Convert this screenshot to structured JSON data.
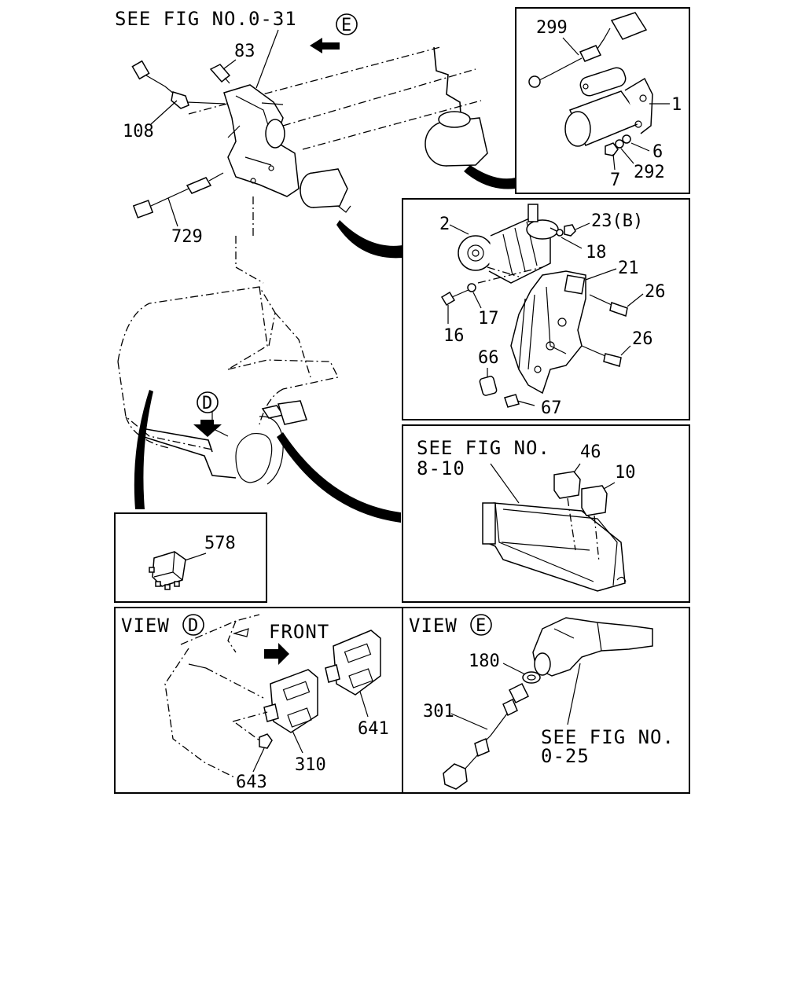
{
  "references": {
    "fig_0_31": "SEE FIG NO.0-31",
    "fig_8_10_line1": "SEE FIG NO.",
    "fig_8_10_line2": "8-10",
    "fig_0_25_line1": "SEE FIG NO.",
    "fig_0_25_line2": "0-25"
  },
  "view_markers": {
    "e": "E",
    "d": "D"
  },
  "engine_labels": {
    "p83": "83",
    "p108": "108",
    "p729": "729"
  },
  "starter_box": {
    "p299": "299",
    "p1": "1",
    "p6": "6",
    "p7": "7",
    "p292": "292"
  },
  "alternator_box": {
    "p2": "2",
    "p23b": "23(B)",
    "p18": "18",
    "p21": "21",
    "p26a": "26",
    "p26b": "26",
    "p16": "16",
    "p17": "17",
    "p66": "66",
    "p67": "67"
  },
  "relay_box": {
    "p46": "46",
    "p10": "10"
  },
  "relay_small_box": {
    "p578": "578"
  },
  "view_d": {
    "title": "VIEW",
    "front": "FRONT",
    "p310": "310",
    "p641": "641",
    "p643": "643"
  },
  "view_e": {
    "title": "VIEW",
    "p180": "180",
    "p301": "301"
  }
}
